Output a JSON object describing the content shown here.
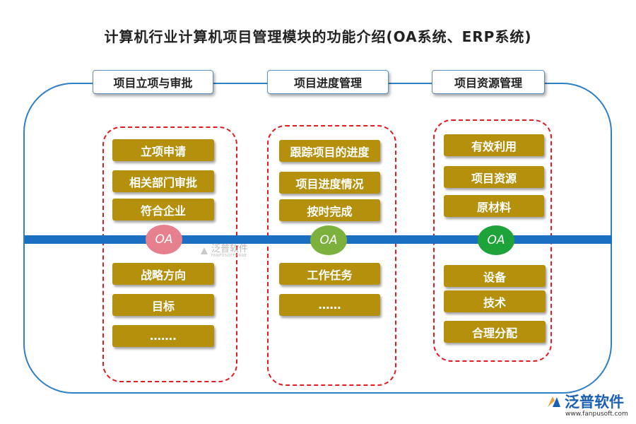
{
  "title": "计算机行业计算机项目管理模块的功能介绍(OA系统、ERP系统)",
  "columns": [
    {
      "header": "项目立项与审批",
      "items_top": [
        "立项申请",
        "相关部门审批",
        "符合企业"
      ],
      "oa_label": "OA",
      "oa_color": "#e7808e",
      "items_bottom": [
        "战略方向",
        "目标",
        "……."
      ]
    },
    {
      "header": "项目进度管理",
      "items_top": [
        "跟踪项目的进度",
        "项目进度情况",
        "按时完成"
      ],
      "oa_label": "OA",
      "oa_color": "#7bb13c",
      "items_bottom": [
        "工作任务",
        "……"
      ]
    },
    {
      "header": "项目资源管理",
      "items_top": [
        "有效利用",
        "项目资源",
        "原材料"
      ],
      "oa_label": "OA",
      "oa_color": "#1ea33a",
      "items_bottom": [
        "设备",
        "技术",
        "合理分配"
      ]
    }
  ],
  "watermark": {
    "brand": "泛普软件",
    "sub": "FANPUSOFTWARE"
  },
  "logo": {
    "brand": "泛普软件",
    "url": "www.fanpusoft.com"
  },
  "colors": {
    "accent_blue": "#1a6fc2",
    "item_gold": "#b5900c",
    "dash_red": "#e11b22"
  }
}
